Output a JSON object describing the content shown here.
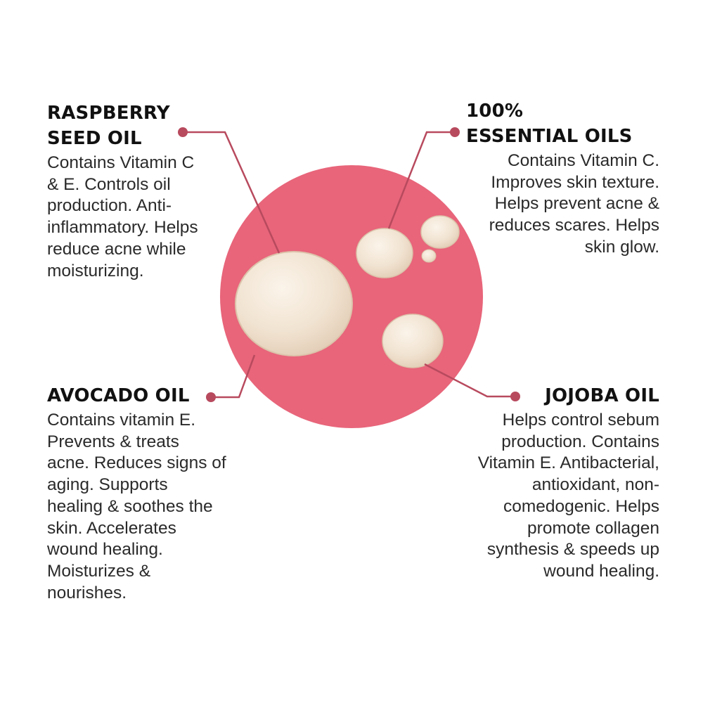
{
  "colors": {
    "circle": "#e8657a",
    "droplet": "#f1e3d1",
    "connector": "#b84a5e",
    "heading": "#111111",
    "body_text": "#2a2a2a"
  },
  "callouts": [
    {
      "id": "raspberry",
      "title": "RASPBERRY\nSEED OIL",
      "description": "Contains Vitamin C\n& E. Controls oil\nproduction. Anti-\ninflammatory. Helps\nreduce acne while\nmoisturizing."
    },
    {
      "id": "essential",
      "title": "100%\nESSENTIAL OILS",
      "description": "Contains Vitamin C.\nImproves skin texture.\nHelps prevent acne &\nreduces scares. Helps\nskin glow."
    },
    {
      "id": "avocado",
      "title": "AVOCADO OIL",
      "description": "Contains vitamin E.\nPrevents & treats\nacne. Reduces signs of\naging. Supports\nhealing & soothes the\nskin.  Accelerates\nwound healing.\nMoisturizes &\nnourishes."
    },
    {
      "id": "jojoba",
      "title": "JOJOBA OIL",
      "description": "Helps control sebum\nproduction. Contains\nVitamin E. Antibacterial,\nantioxidant, non-\ncomedogenic. Helps\npromote collagen\nsynthesis & speeds up\nwound healing."
    }
  ]
}
